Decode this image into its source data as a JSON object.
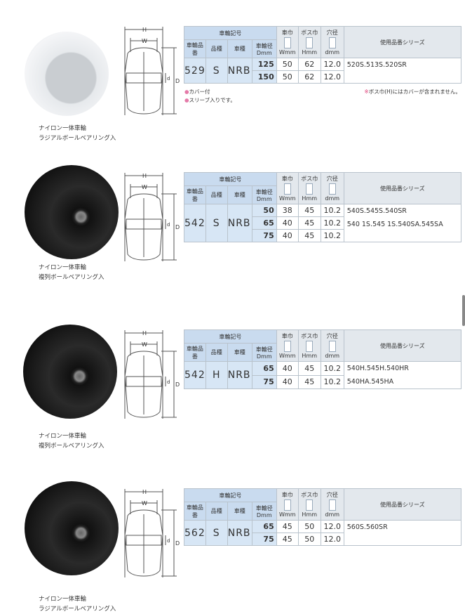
{
  "headers": {
    "code_group": "車輪記号",
    "wheel_no": "車輪品番",
    "type": "品種",
    "kind": "車種",
    "diameter": "車輪径Dmm",
    "width_top": "車巾",
    "width_unit": "Wmm",
    "boss_top": "ボス巾",
    "boss_unit": "Hmm",
    "bore_top": "穴径",
    "bore_unit": "dmm",
    "series": "使用品番シリーズ"
  },
  "diagram_labels": {
    "H": "H",
    "W": "W",
    "d": "d",
    "D": "D"
  },
  "products": [
    {
      "caption": [
        "ナイロン一体車輪",
        "ラジアルボールベアリング入"
      ],
      "color": "white",
      "no": "529",
      "type": "S",
      "kind": "NRB",
      "rows": [
        {
          "D": "125",
          "W": "50",
          "H": "62",
          "d": "12.0"
        },
        {
          "D": "150",
          "W": "50",
          "H": "62",
          "d": "12.0"
        }
      ],
      "series": [
        "520S.513S.520SR"
      ],
      "notes": [
        "カバー付",
        "スリーブ入りです。"
      ],
      "remark": "ボス巾(H)にはカバーが含まれません。"
    },
    {
      "caption": [
        "ナイロン一体車輪",
        "複列ボールベアリング入"
      ],
      "color": "black",
      "no": "542",
      "type": "S",
      "kind": "NRB",
      "rows": [
        {
          "D": "50",
          "W": "38",
          "H": "45",
          "d": "10.2"
        },
        {
          "D": "65",
          "W": "40",
          "H": "45",
          "d": "10.2"
        },
        {
          "D": "75",
          "W": "40",
          "H": "45",
          "d": "10.2"
        }
      ],
      "series": [
        "540S.545S.540SR",
        "540 1S.545 1S.540SA.545SA"
      ]
    },
    {
      "caption": [
        "ナイロン一体車輪",
        "複列ボールベアリング入"
      ],
      "color": "black",
      "no": "542",
      "type": "H",
      "kind": "NRB",
      "rows": [
        {
          "D": "65",
          "W": "40",
          "H": "45",
          "d": "10.2"
        },
        {
          "D": "75",
          "W": "40",
          "H": "45",
          "d": "10.2"
        }
      ],
      "series": [
        "540H.545H.540HR",
        "540HA.545HA"
      ]
    },
    {
      "caption": [
        "ナイロン一体車輪",
        "ラジアルボールベアリング入"
      ],
      "color": "black",
      "no": "562",
      "type": "S",
      "kind": "NRB",
      "rows": [
        {
          "D": "65",
          "W": "45",
          "H": "50",
          "d": "12.0"
        },
        {
          "D": "75",
          "W": "45",
          "H": "50",
          "d": "12.0"
        }
      ],
      "series": [
        "560S.560SR"
      ]
    }
  ]
}
